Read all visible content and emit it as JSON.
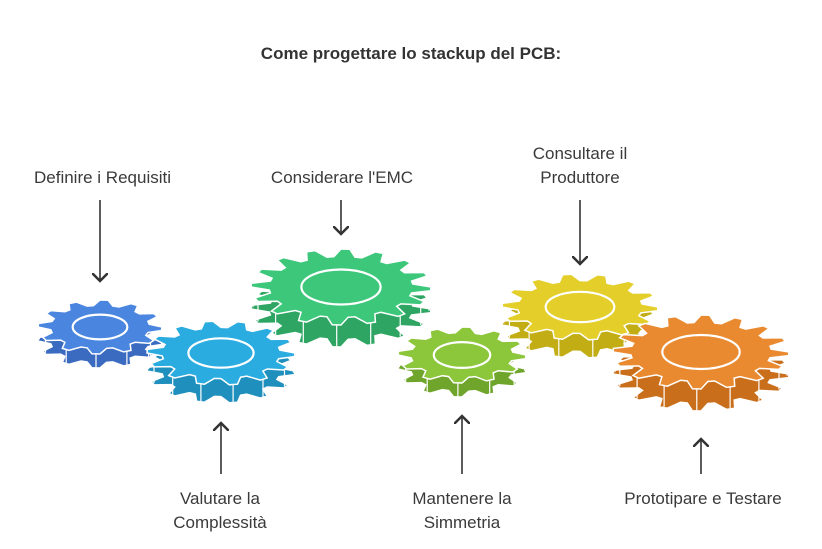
{
  "title": "Come progettare lo stackup del PCB:",
  "steps": [
    {
      "id": "definire",
      "lines": [
        "Definire i Requisiti"
      ],
      "color": "#4a85e0",
      "dark": "#3a6bc0",
      "position": "top"
    },
    {
      "id": "valutare",
      "lines": [
        "Valutare la",
        "Complessità"
      ],
      "color": "#2bace0",
      "dark": "#1f8fbd",
      "position": "bottom"
    },
    {
      "id": "emc",
      "lines": [
        "Considerare l'EMC"
      ],
      "color": "#3cc77a",
      "dark": "#2ea563",
      "position": "top"
    },
    {
      "id": "simmetria",
      "lines": [
        "Mantenere la",
        "Simmetria"
      ],
      "color": "#8cc63a",
      "dark": "#6fa52a",
      "position": "bottom"
    },
    {
      "id": "produttore",
      "lines": [
        "Consultare il",
        "Produttore"
      ],
      "color": "#e3ce2a",
      "dark": "#c2ad15",
      "position": "top"
    },
    {
      "id": "prototipare",
      "lines": [
        "Prototipare e Testare"
      ],
      "color": "#ea8a30",
      "dark": "#c96f1c",
      "position": "bottom"
    }
  ]
}
